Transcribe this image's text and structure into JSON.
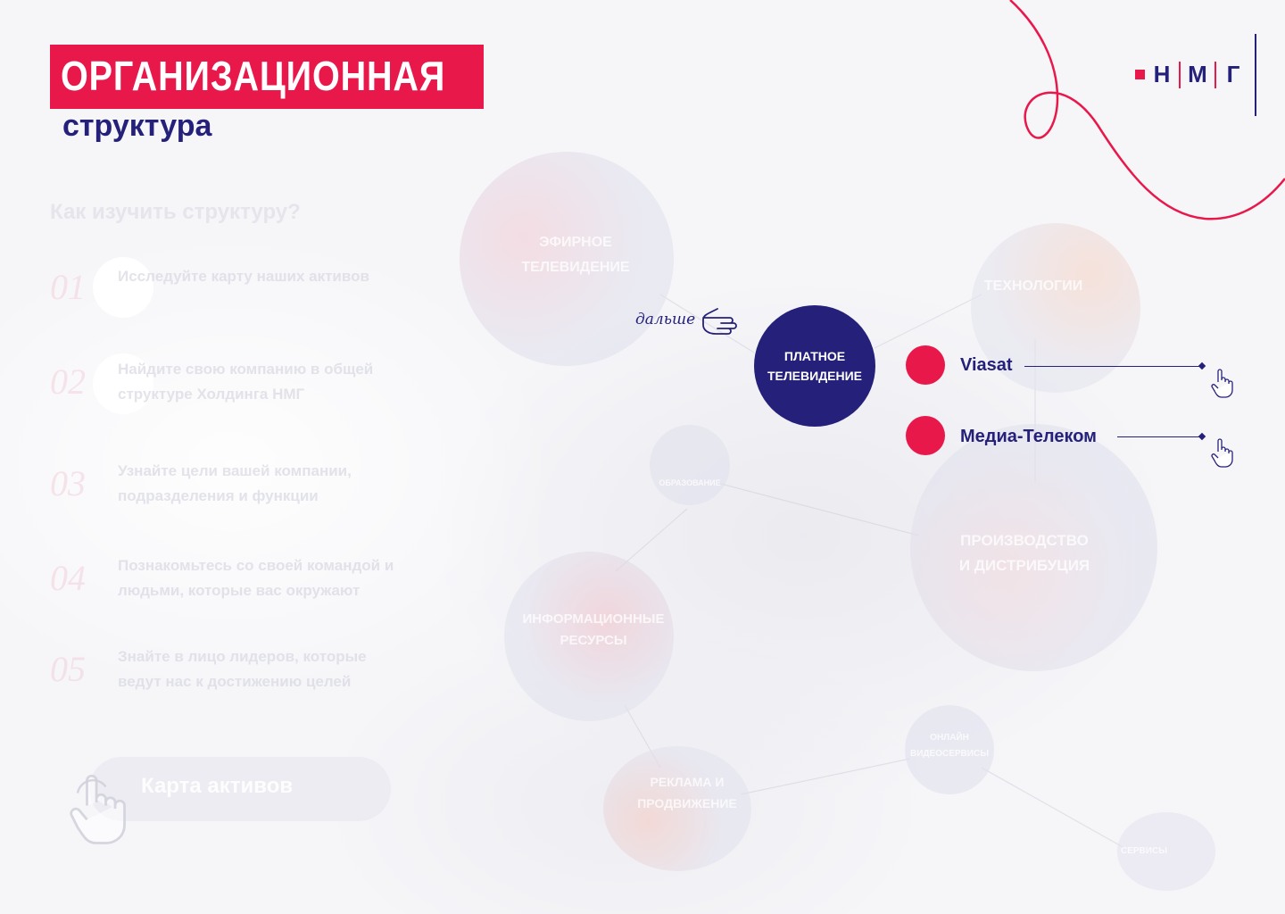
{
  "header": {
    "title": "ОРГАНИЗАЦИОННАЯ",
    "subtitle": "структура",
    "logo_letters": [
      "Н",
      "М",
      "Г"
    ]
  },
  "guide": {
    "heading": "Как изучить структуру?",
    "steps": [
      {
        "num": "01",
        "text": "Исследуйте карту наших активов"
      },
      {
        "num": "02",
        "text": "Найдите свою компанию в общей структуре Холдинга НМГ"
      },
      {
        "num": "03",
        "text": "Узнайте цели вашей компании, подразделения и функции"
      },
      {
        "num": "04",
        "text": "Познакомьтесь со своей командой и людьми, которые вас окружают"
      },
      {
        "num": "05",
        "text": "Знайте в лицо лидеров, которые ведут нас к достижению целей"
      }
    ],
    "map_button": "Карта активов"
  },
  "map": {
    "nodes": {
      "broadcast": "ЭФИРНОЕ ТЕЛЕВИДЕНИЕ",
      "tech": "ТЕХНОЛОГИИ",
      "education": "ОБРАЗОВАНИЕ",
      "production": "ПРОИЗВОДСТВО И ДИСТРИБУЦИЯ",
      "info": "ИНФОРМАЦИОННЫЕ РЕСУРСЫ",
      "ads": "РЕКЛАМА И ПРОДВИЖЕНИЕ",
      "online": "ОНЛАЙН ВИДЕОСЕРВИСЫ",
      "services": "СЕРВИСЫ"
    },
    "active_node": {
      "line1": "ПЛАТНОЕ",
      "line2": "ТЕЛЕВИДЕНИЕ"
    },
    "next_label": "дальше",
    "companies": [
      {
        "name": "Viasat"
      },
      {
        "name": "Медиа-Телеком"
      }
    ]
  },
  "colors": {
    "accent_red": "#e8184b",
    "navy": "#25217a"
  }
}
